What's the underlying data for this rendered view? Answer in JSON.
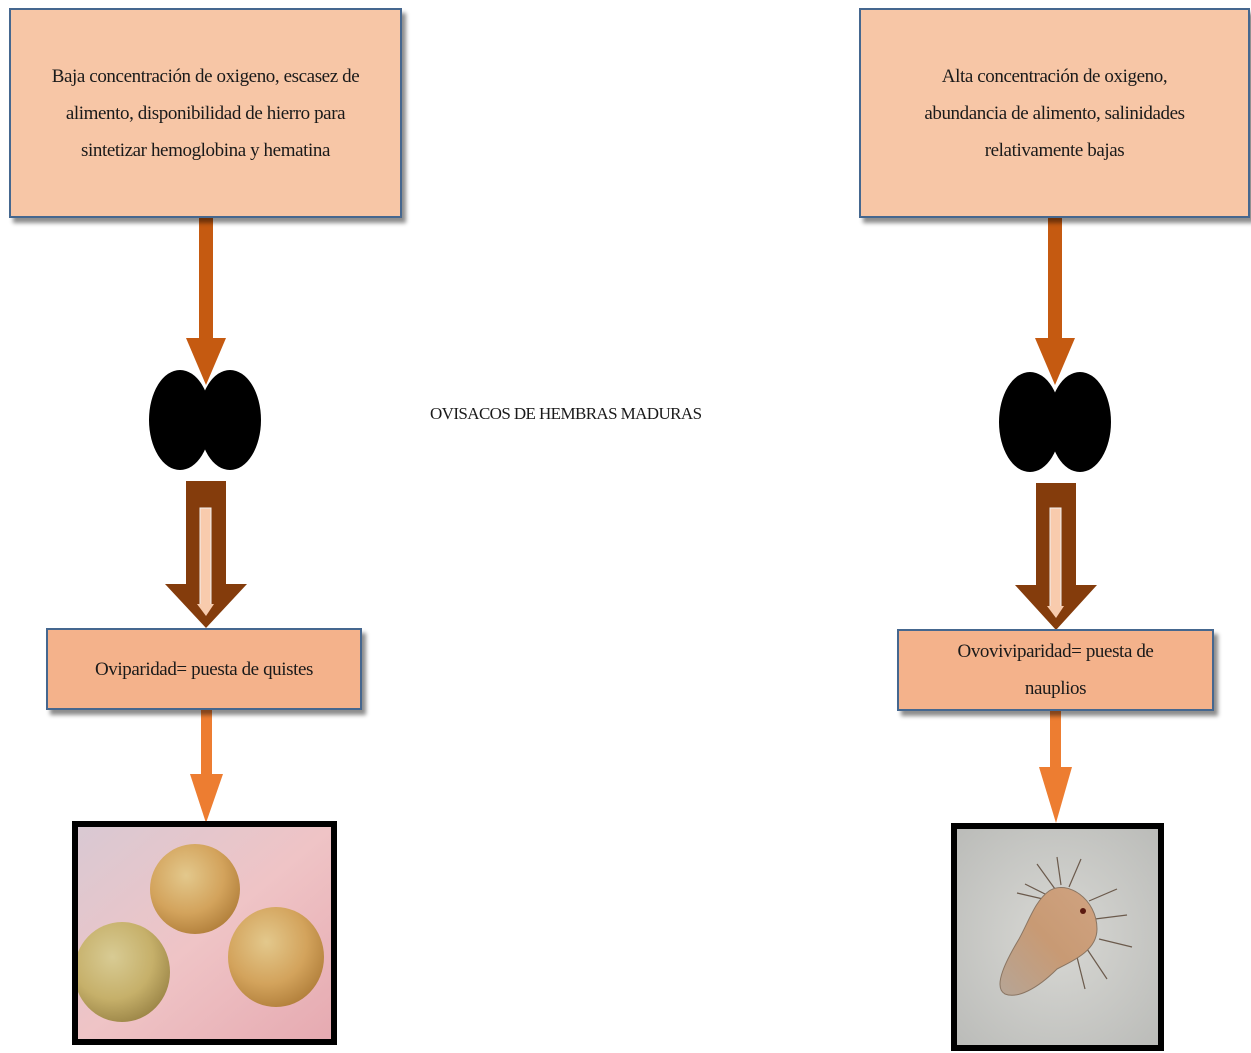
{
  "left_condition": {
    "lines": [
      "Baja concentración de oxigeno, escasez de",
      "alimento, disponibilidad de hierro para",
      "sintetizar hemoglobina y hematina"
    ]
  },
  "right_condition": {
    "lines": [
      "Alta concentración de oxigeno,",
      "abundancia de alimento, salinidades",
      "relativamente bajas"
    ]
  },
  "center_label": "OVISACOS DE HEMBRAS MADURAS",
  "left_result": {
    "lines": [
      "Oviparidad= puesta de quistes"
    ]
  },
  "right_result": {
    "lines": [
      "Ovoviviparidad= puesta de",
      "nauplios"
    ]
  },
  "colors": {
    "box_fill": "#f7c6a6",
    "result_fill": "#f4b28b",
    "box_border": "#45678f",
    "arrow_dark_orange": "#c55a11",
    "arrow_brown": "#843c0c",
    "arrow_light_orange": "#ed7d31",
    "ovisac": "#000000"
  },
  "photos": {
    "left": "cysts-photo",
    "right": "nauplius-photo"
  }
}
